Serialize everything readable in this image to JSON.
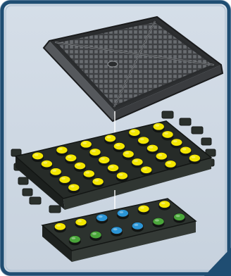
{
  "figure": {
    "kind": "exploded-assembly-illustration",
    "parts": [
      {
        "name": "grid-plate",
        "color": "gray"
      },
      {
        "name": "stud-layer",
        "stud_color": "yellow",
        "rows": 5,
        "cols": 6
      },
      {
        "name": "base-brick",
        "stud_colors": [
          "yellow",
          "blue",
          "green"
        ],
        "rows": 2,
        "cols": 6
      }
    ],
    "colors": {
      "panel_background": "#cfd9e3",
      "panel_border": "#1f4d72",
      "grid_plate": "#4a4c4f",
      "brick": "#2a302c",
      "stud_yellow": "#f3e600",
      "stud_blue": "#2b95d6",
      "stud_green": "#4aa63a",
      "connector_line": "#ffffff"
    }
  }
}
